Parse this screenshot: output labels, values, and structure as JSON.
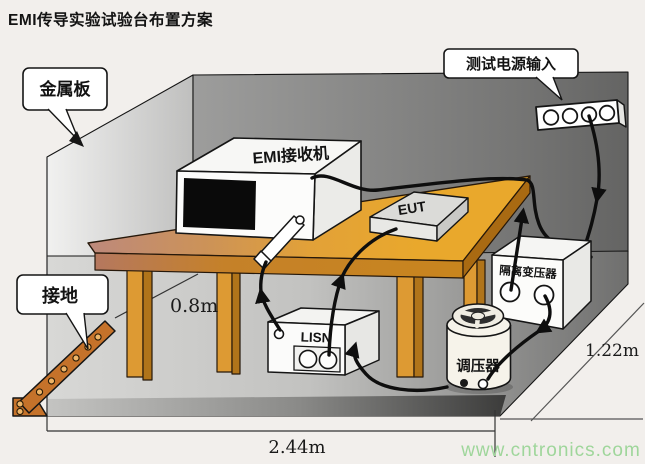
{
  "title": "EMI传导实验试验台布置方案",
  "watermark": "www.cntronics.com",
  "callouts": {
    "metal_plate": "金属板",
    "test_power_input": "测试电源输入",
    "ground": "接地"
  },
  "equipment": {
    "emi_receiver": "EMI接收机",
    "eut": "EUT",
    "lisn": "LISN",
    "isolation_transformer": "隔离变压器",
    "voltage_regulator": "调压器"
  },
  "dimensions": {
    "table_height": "0.8m",
    "ground_plane_depth": "1.22m",
    "ground_plane_width": "2.44m"
  },
  "colors": {
    "table_wood": "#e8a62e",
    "table_left_tint": "#bd897c",
    "copper_strap": "#c5722a",
    "wall_light": "#ededec",
    "wall_dark": "#6b6b6b",
    "floor_light": "#d6d6d4",
    "floor_dark": "#6f6f6f",
    "watermark_green": "#9fd69b"
  }
}
